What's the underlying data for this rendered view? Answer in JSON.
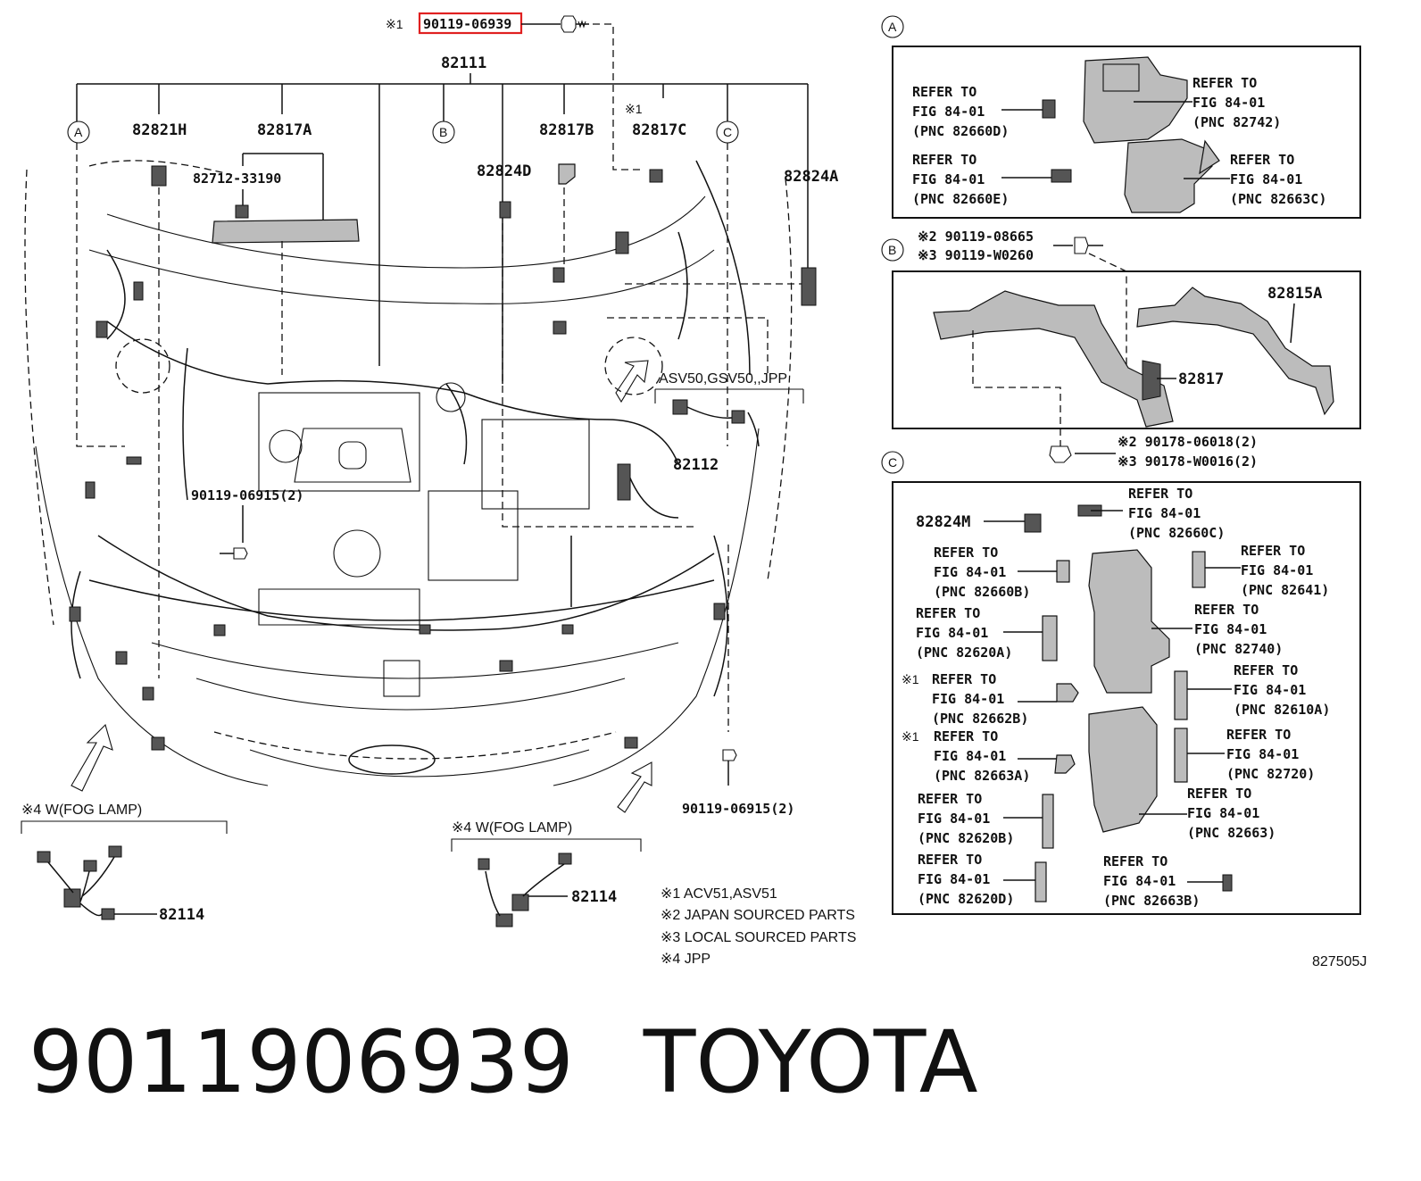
{
  "highlight_part": "90119-06939",
  "labels": {
    "hl_mark": "※1",
    "p82111": "82111",
    "p82821H": "82821H",
    "p82817A": "82817A",
    "p82712": "82712-33190",
    "p82824D": "82824D",
    "p82817B": "82817B",
    "p82817C_mark": "※1",
    "p82817C": "82817C",
    "p82824A": "82824A",
    "p90119_06915_a": "90119-06915(2)",
    "p90119_06915_b": "90119-06915(2)",
    "asv": "ASV50,GSV50,,JPP",
    "p82112": "82112",
    "fog_left": "※4  W(FOG LAMP)",
    "fog_right": "※4  W(FOG LAMP)",
    "p82114_left": "82114",
    "p82114_right": "82114"
  },
  "circles": {
    "a": "A",
    "b": "B",
    "c": "C"
  },
  "notes": [
    "※1 ACV51,ASV51",
    "※2 JAPAN SOURCED PARTS",
    "※3 LOCAL SOURCED PARTS",
    "※4 JPP"
  ],
  "figure_code": "827505J",
  "box_a": {
    "refs": [
      [
        "REFER TO",
        "FIG 84-01",
        "(PNC 82660D)"
      ],
      [
        "REFER TO",
        "FIG 84-01",
        "(PNC 82742)"
      ],
      [
        "REFER TO",
        "FIG 84-01",
        "(PNC 82660E)"
      ],
      [
        "REFER TO",
        "FIG 84-01",
        "(PNC 82663C)"
      ]
    ]
  },
  "box_b": {
    "bolt_line1": "※2 90119-08665",
    "bolt_line2": "※3 90119-W0260",
    "p82815A": "82815A",
    "p82817": "82817",
    "clip_line1": "※2  90178-06018(2)",
    "clip_line2": "※3  90178-W0016(2)"
  },
  "box_c": {
    "p82824M": "82824M",
    "mark1": "※1",
    "mark2": "※1",
    "refs": [
      [
        "REFER TO",
        "FIG 84-01",
        "(PNC 82660C)"
      ],
      [
        "REFER TO",
        "FIG 84-01",
        "(PNC 82660B)"
      ],
      [
        "REFER TO",
        "FIG 84-01",
        "(PNC 82641)"
      ],
      [
        "REFER TO",
        "FIG 84-01",
        "(PNC 82620A)"
      ],
      [
        "REFER TO",
        "FIG 84-01",
        "(PNC 82740)"
      ],
      [
        "REFER TO",
        "FIG 84-01",
        "(PNC 82662B)"
      ],
      [
        "REFER TO",
        "FIG 84-01",
        "(PNC 82610A)"
      ],
      [
        "REFER TO",
        "FIG 84-01",
        "(PNC 82663A)"
      ],
      [
        "REFER TO",
        "FIG 84-01",
        "(PNC 82720)"
      ],
      [
        "REFER TO",
        "FIG 84-01",
        "(PNC 82620B)"
      ],
      [
        "REFER TO",
        "FIG 84-01",
        "(PNC 82663)"
      ],
      [
        "REFER TO",
        "FIG 84-01",
        "(PNC 82620D)"
      ],
      [
        "REFER TO",
        "FIG 84-01",
        "(PNC 82663B)"
      ]
    ]
  },
  "footer": {
    "part_number": "9011906939",
    "brand": "TOYOTA"
  },
  "colors": {
    "highlight": "#e02020",
    "ink": "#111111",
    "part_fill": "#bcbcbc"
  }
}
